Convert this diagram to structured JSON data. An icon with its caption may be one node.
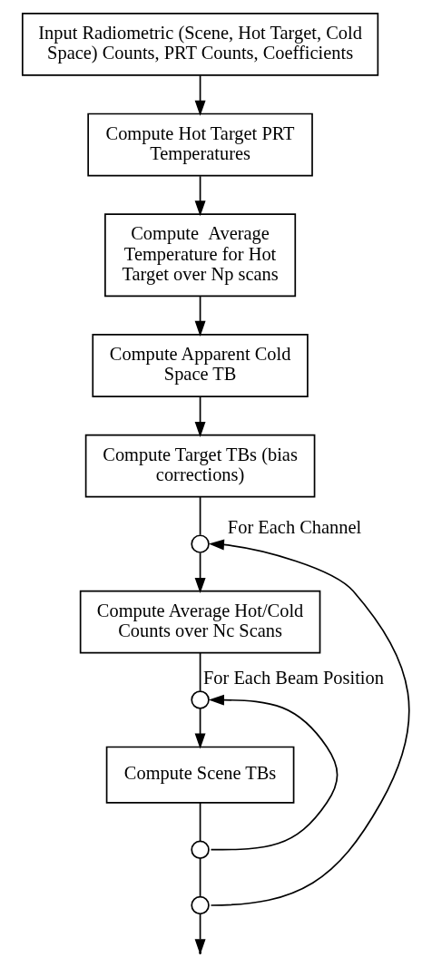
{
  "diagram": {
    "nodes": [
      {
        "text": [
          "Input Radiometric (Scene, Hot Target, Cold Space) Counts, PRT Counts, Coefficients"
        ]
      },
      {
        "text": [
          "Compute Hot Target PRT Temperatures"
        ]
      },
      {
        "text": [
          "Compute  Average Temperature for Hot Target over Np scans"
        ]
      },
      {
        "text": [
          "Compute Apparent Cold Space TB"
        ]
      },
      {
        "text": [
          "Compute Target TBs (bias corrections)"
        ]
      },
      {
        "text": [],
        "shape": "circle"
      },
      {
        "text": [
          "Compute Average Hot/Cold Counts over Nc Scans"
        ]
      },
      {
        "text": [],
        "shape": "circle"
      },
      {
        "text": [
          "Compute Scene TBs"
        ]
      },
      {
        "text": [],
        "shape": "circle"
      },
      {
        "text": [],
        "shape": "circle"
      }
    ],
    "edges": [
      {
        "from": 0,
        "to": 1,
        "arrow": "to"
      },
      {
        "from": 1,
        "to": 2,
        "arrow": "to"
      },
      {
        "from": 2,
        "to": 3,
        "arrow": "to"
      },
      {
        "from": 3,
        "to": 4,
        "arrow": "to"
      },
      {
        "from": 4,
        "to": 5,
        "arrow": "none"
      },
      {
        "from": 5,
        "to": 6,
        "arrow": "to"
      },
      {
        "from": 6,
        "to": 7,
        "arrow": "none"
      },
      {
        "from": 7,
        "to": 8,
        "arrow": "to"
      },
      {
        "from": 8,
        "to": 9,
        "arrow": "none"
      },
      {
        "from": 9,
        "to": 10,
        "arrow": "none"
      },
      {
        "from": 10,
        "to": null,
        "arrow": "to"
      },
      {
        "from": 9,
        "to": 7,
        "arrow": "to",
        "label": "For Each Beam Position"
      },
      {
        "from": 10,
        "to": 5,
        "arrow": "to",
        "label": "For Each Channel"
      }
    ]
  }
}
